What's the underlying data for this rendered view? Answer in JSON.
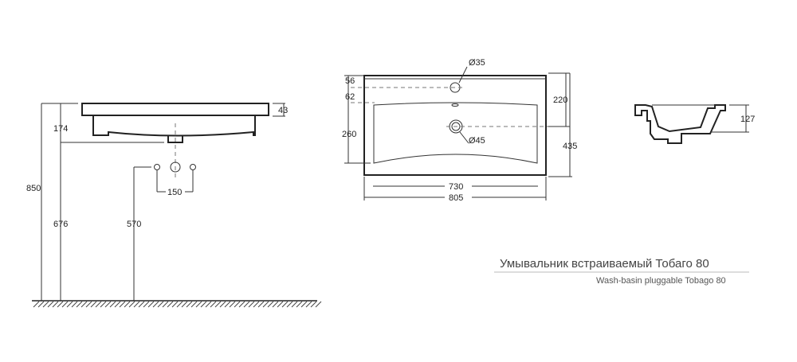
{
  "title_ru": "Умывальник встраиваемый Тобаго 80",
  "title_en": "Wash-basin pluggable Tobago 80",
  "front_view": {
    "total_height": "850",
    "basin_depth": "174",
    "underside_height": "676",
    "slab_thickness": "43",
    "outlet_height": "570",
    "mixer_spacing": "150"
  },
  "top_view": {
    "tap_hole_offset": "56",
    "bowl_offset": "62",
    "bowl_depth": "260",
    "drain_offset": "220",
    "total_depth": "435",
    "bowl_width": "730",
    "total_width": "805",
    "tap_hole_diameter": "Ø35",
    "drain_diameter": "Ø45"
  },
  "side_view": {
    "bowl_height": "127"
  }
}
